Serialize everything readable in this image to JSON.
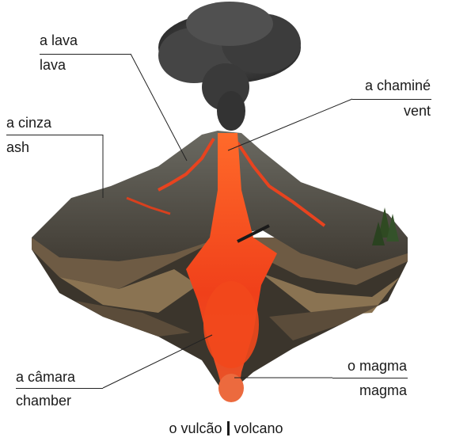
{
  "labels": {
    "lava": {
      "pt": "a lava",
      "en": "lava"
    },
    "ash": {
      "pt": "a cinza",
      "en": "ash"
    },
    "vent": {
      "pt": "a chaminé",
      "en": "vent"
    },
    "chamber": {
      "pt": "a câmara",
      "en": "chamber"
    },
    "magma": {
      "pt": "o magma",
      "en": "magma"
    }
  },
  "caption": {
    "pt": "o vulcão",
    "en": "volcano"
  }
}
